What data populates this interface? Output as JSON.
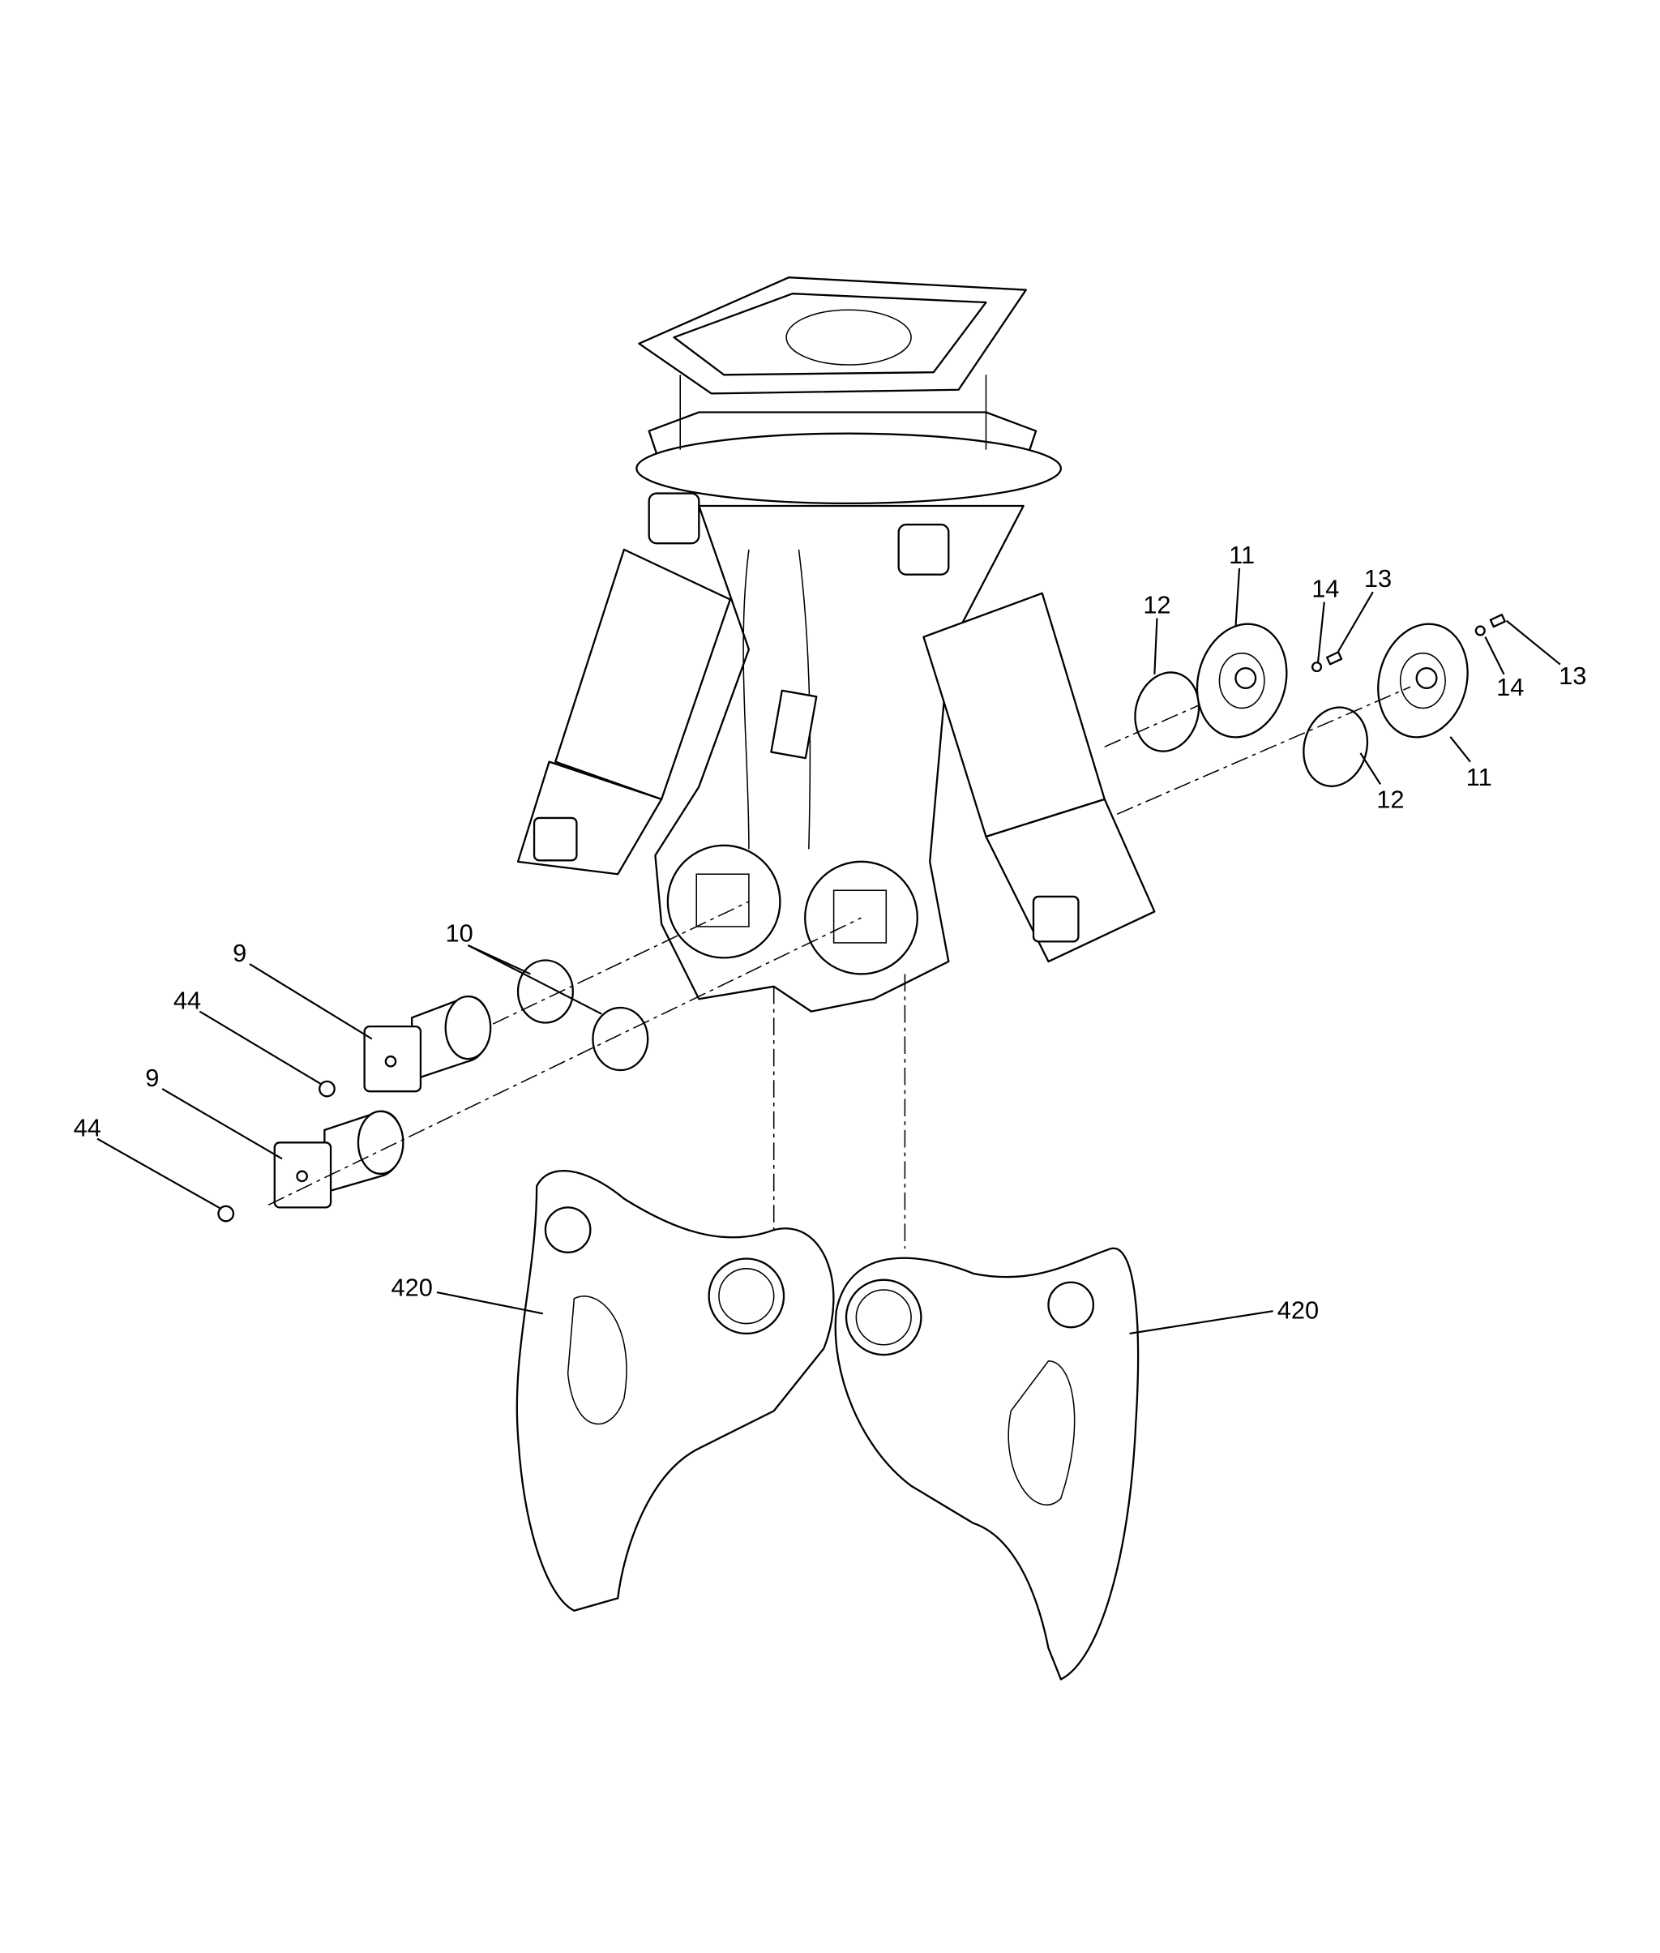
{
  "diagram": {
    "type": "exploded-parts-view",
    "callouts": {
      "c11a": "11",
      "c14a": "14",
      "c13a": "13",
      "c12a": "12",
      "c13b": "13",
      "c14b": "14",
      "c11b": "11",
      "c12b": "12",
      "c10": "10",
      "c9a": "9",
      "c44a": "44",
      "c9b": "9",
      "c44b": "44",
      "c420a": "420",
      "c420b": "420"
    }
  }
}
